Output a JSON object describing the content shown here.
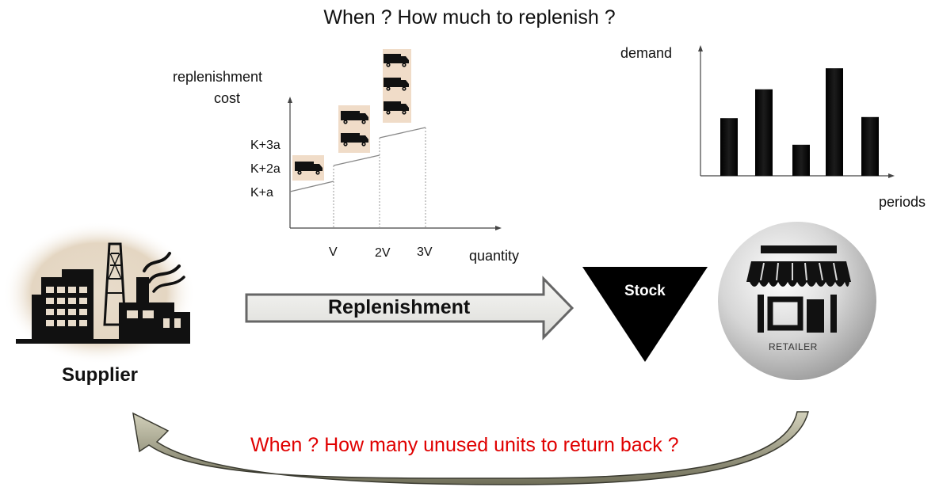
{
  "title": "When ? How much to replenish ?",
  "cost_chart": {
    "ylabel_line1": "replenishment",
    "ylabel_line2": "cost",
    "xlabel": "quantity",
    "y_ticks": [
      "K+3a",
      "K+2a",
      "K+a"
    ],
    "x_ticks": [
      "V",
      "2V",
      "3V"
    ]
  },
  "demand_chart": {
    "ylabel": "demand",
    "xlabel": "periods"
  },
  "chart_data": [
    {
      "type": "line",
      "xlabel": "quantity",
      "ylabel": "replenishment cost",
      "x_ticks": [
        "V",
        "2V",
        "3V"
      ],
      "y_ticks": [
        "K+a",
        "K+2a",
        "K+3a"
      ],
      "segments": [
        {
          "from_x": 0,
          "to_x": 1,
          "start_level": 1,
          "trucks": 1
        },
        {
          "from_x": 1,
          "to_x": 2,
          "start_level": 2,
          "trucks": 2
        },
        {
          "from_x": 2,
          "to_x": 3,
          "start_level": 3,
          "trucks": 3
        }
      ]
    },
    {
      "type": "bar",
      "xlabel": "periods",
      "ylabel": "demand",
      "values": [
        0.52,
        0.78,
        0.28,
        0.97,
        0.53
      ]
    }
  ],
  "supplier_label": "Supplier",
  "replenishment_label": "Replenishment",
  "stock_label": "Stock",
  "retailer_label": "RETAILER",
  "return_label": "When ? How many unused units to return back ?",
  "colors": {
    "return_text": "#e00000",
    "supplier_bg": "#e8dccb",
    "truck_bg": "#f0dcc8",
    "arrow_fill": "#ececea",
    "arrow_stroke": "#666666"
  }
}
